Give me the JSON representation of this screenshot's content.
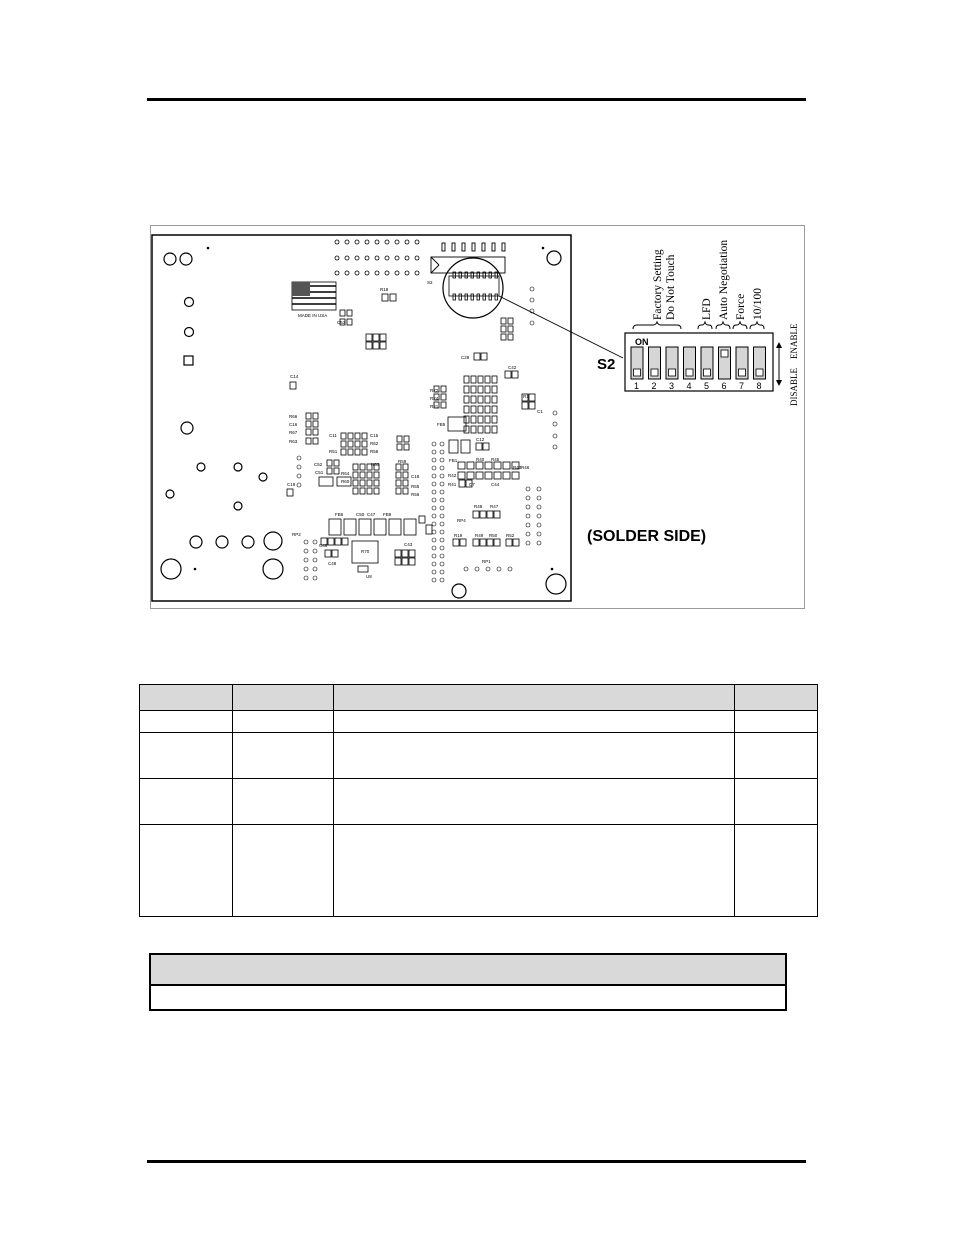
{
  "figure": {
    "switch_name": "S2",
    "on_label": "ON",
    "switch_numbers": [
      "1",
      "2",
      "3",
      "4",
      "5",
      "6",
      "7",
      "8"
    ],
    "group_labels": {
      "factory_line1": "Factory Setting",
      "factory_line2": "Do Not Touch",
      "lfd": "LFD",
      "auto_negotiation": "Auto Negotiation",
      "force": "Force",
      "speed": "10/100"
    },
    "enable_label": "ENABLE",
    "disable_label": "DISABLE",
    "side_caption": "(SOLDER SIDE)",
    "board": {
      "made_in": "MADE IN USA",
      "refs": [
        "C53",
        "R18",
        "C28",
        "C42",
        "C14",
        "R66",
        "C16",
        "R67",
        "R63",
        "C11",
        "C15",
        "R61",
        "R62",
        "R51",
        "R58",
        "C52",
        "C51",
        "R64",
        "R60",
        "C18",
        "R53",
        "R55",
        "R56",
        "R59",
        "C19",
        "C46",
        "C48",
        "C47",
        "C50",
        "FB6",
        "FB9",
        "R70",
        "U8",
        "C43",
        "R72",
        "R24",
        "R21",
        "FB5",
        "FB1",
        "C12",
        "R40",
        "R45",
        "R42",
        "R41",
        "R46",
        "R48",
        "R47",
        "R49",
        "R50",
        "R52",
        "R19",
        "RP1",
        "RP2",
        "RP4",
        "C3",
        "C7",
        "C44",
        "S2"
      ]
    },
    "colors": {
      "ink": "#000000",
      "switch_body": "#d6d6d6",
      "frame": "#9a9a9a"
    }
  },
  "table": {
    "rows": 5,
    "cols": 4
  },
  "note": {}
}
